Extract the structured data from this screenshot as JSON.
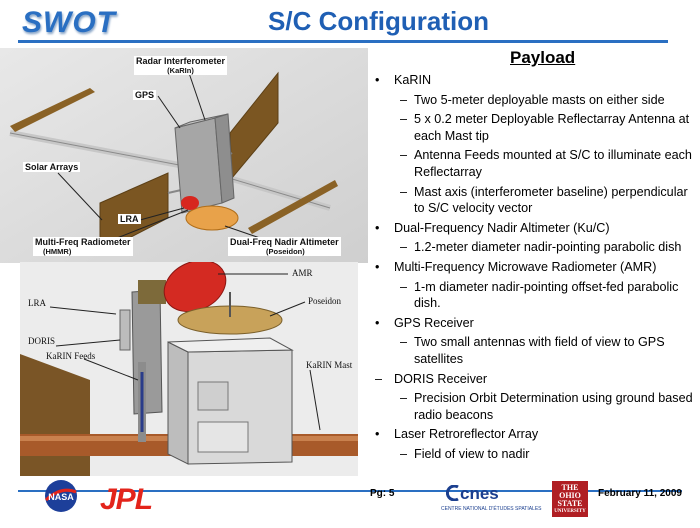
{
  "header": {
    "logo": "SWOT",
    "title": "S/C Configuration"
  },
  "payload_heading": "Payload",
  "bullets": [
    {
      "text": "KaRIN",
      "subs": [
        "Two 5-meter deployable masts on either side",
        "5 x 0.2 meter Deployable Reflectarray Antenna at each Mast tip",
        "Antenna Feeds mounted at S/C to illuminate each Reflectarray",
        "Mast axis (interferometer baseline) perpendicular to S/C velocity vector"
      ]
    },
    {
      "text": "Dual-Frequency Nadir Altimeter (Ku/C)",
      "subs": [
        "1.2-meter diameter nadir-pointing parabolic dish"
      ]
    },
    {
      "text": "Multi-Frequency Microwave Radiometer (AMR)",
      "subs": [
        "1-m diameter nadir-pointing offset-fed parabolic dish."
      ]
    },
    {
      "text": "GPS Receiver",
      "subs": [
        "Two small antennas with field of view to GPS satellites"
      ]
    },
    {
      "text": "DORIS Receiver",
      "marker": "–",
      "subs": [
        "Precision Orbit Determination using ground based radio beacons"
      ]
    },
    {
      "text": "Laser Retroreflector Array",
      "subs": [
        "Field of view to nadir"
      ]
    }
  ],
  "figure1": {
    "radar": "Radar Interferometer",
    "radar_sub": "(KaRIn)",
    "gps": "GPS",
    "solar": "Solar Arrays",
    "lra": "LRA",
    "mfr": "Multi-Freq Radiometer",
    "mfr_sub": "(HMMR)",
    "nadir": "Dual-Freq Nadir Altimeter",
    "nadir_sub": "(Poseidon)"
  },
  "figure2": {
    "amr": "AMR",
    "lra": "LRA",
    "poseidon": "Poseidon",
    "doris": "DORIS",
    "karin_feeds": "KaRIN Feeds",
    "karin_mast": "KaRIN Mast"
  },
  "footer": {
    "page": "Pg: 5",
    "date": "February 11, 2009",
    "nasa": "NASA",
    "jpl": "JPL",
    "cnes": "cnes",
    "cnes_tag": "CENTRE NATIONAL D'ÉTUDES SPATIALES",
    "osu_the": "THE",
    "osu_ohio": "OHIO",
    "osu_state": "STATE",
    "osu_univ": "UNIVERSITY"
  },
  "colors": {
    "accent": "#2a6fc2",
    "red": "#e3241b",
    "solar": "#8a6226",
    "dish": "#c8a25a"
  }
}
